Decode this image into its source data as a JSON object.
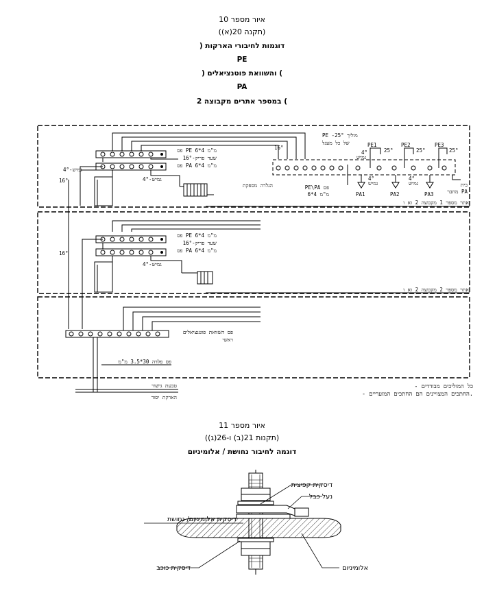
{
  "fig10": {
    "title": "איור מספר 10",
    "regulation": "(תקנה 20(א))",
    "line1": "דוגמות לחיבורי הארקות (",
    "line2": "PE",
    "line3": ") והשוואת פוטנציאלים (",
    "line4": "PA",
    "line5": ") במספר אתרים מקבוצה 2"
  },
  "diagram10": {
    "site1": {
      "bar_pe": "פס PE 6*4 מ\"מ",
      "bar_pa": "פס PA 6*4 מ\"מ",
      "gate": "16°-שער פריק",
      "wire16": "16°",
      "wire4_left": "4°-גמיש",
      "wire4_mid": "4°-גמיש",
      "pe_wire": "PE -מוליך 25°",
      "per_circuit": "של כל מעגל",
      "flex": "גמיש",
      "dist_board": "הגלרה מספקת",
      "pepa_bar": "PE\\PA פס",
      "pepa_bar2": "6*4 מ\"מ",
      "pe1": "PE1",
      "pe2": "PE2",
      "pe3": "PE3",
      "w4": "4°",
      "w25a": "25°",
      "w25b": "25°",
      "w25c": "25°",
      "w16b": "16°",
      "g4a": "4°",
      "g4b": "4°",
      "g_flex1": "גמיש",
      "g_flex2": "גמיש",
      "pa1": "PA1",
      "pa2": "PA2",
      "pa3": "PA3",
      "house": "בית",
      "connector": "מחבר PA",
      "site_label": "אתר מספר 1 מקבוצה 2 וא ו"
    },
    "site2": {
      "bar_pe": "פס PE 6*4 מ\"מ",
      "gate": "16°-שער פריק",
      "bar_pa": "פס PA 6*4 מ\"מ",
      "wire16": "16°",
      "wire4": "4°-גמיש",
      "site_label": "אתר מספר 2 מקבוצה 2 וא ו"
    },
    "main": {
      "main_bar": "פס השוואת פוטנציאלים",
      "main_bar2": "ראשי",
      "steel_bar": "פס פלדה 30*3.5 מ\"מ",
      "ring": "טבעת גישור",
      "foundation": "הארקת יסוד"
    },
    "notes": [
      "- כל המוליכים מבודדים",
      "- החתכים המצויינים הם החתכים המזעריים."
    ]
  },
  "fig11": {
    "title": "איור מספר 11",
    "regulation": "(תקנות 21(ב) ו-26(ג))",
    "subtitle": "דוגמה לחיבור נחושת / אלומיניום"
  },
  "diagram11": {
    "spring_washer": "דיסקית קפיצית",
    "cable_lug": "נעל כבל",
    "bimetal": "דיסקית אלומיניום/ נחושת",
    "star_washer": "דיסקית כוכב",
    "aluminium": "אלומיניום"
  }
}
